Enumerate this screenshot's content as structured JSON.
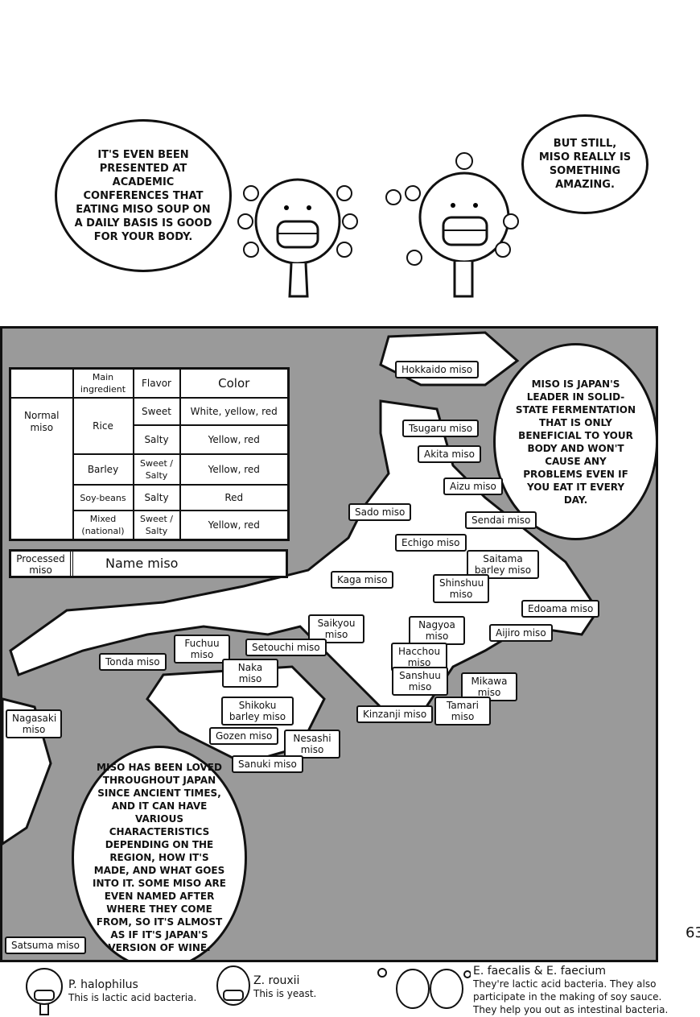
{
  "bubbles": {
    "top_left": "It's even been presented at academic conferences that eating miso soup on a daily basis is good for your body.",
    "top_right": "But still, miso really is something amazing.",
    "map_right": "Miso is Japan's leader in solid-state fermentation that is only beneficial to your body and won't cause any problems even if you eat it every day.",
    "bottom": "Miso has been loved throughout Japan since ancient times, and it can have various characteristics depending on the region, how it's made, and what goes into it. Some miso are even named after where they come from, so it's almost as if it's Japan's version of wine."
  },
  "table": {
    "headers": [
      "Main ingredient",
      "Flavor",
      "Color"
    ],
    "group": "Normal miso",
    "rows": [
      {
        "ingredient": "Rice",
        "flavor": "Sweet",
        "color": "White, yellow, red"
      },
      {
        "flavor": "Salty",
        "color": "Yellow, red"
      },
      {
        "ingredient": "Barley",
        "flavor": "Sweet / Salty",
        "color": "Yellow, red"
      },
      {
        "ingredient": "Soy-beans",
        "flavor": "Salty",
        "color": "Red"
      },
      {
        "ingredient": "Mixed (national)",
        "flavor": "Sweet / Salty",
        "color": "Yellow, red"
      }
    ],
    "processed_label": "Processed miso",
    "processed_value": "Name miso"
  },
  "labels": [
    "Hokkaido miso",
    "Tsugaru miso",
    "Akita miso",
    "Aizu miso",
    "Sado miso",
    "Sendai miso",
    "Echigo miso",
    "Saitama barley miso",
    "Kaga miso",
    "Shinshuu miso",
    "Edoama miso",
    "Saikyou miso",
    "Nagyoa miso",
    "Aijiro miso",
    "Fuchuu miso",
    "Setouchi miso",
    "Hacchou miso",
    "Tonda miso",
    "Naka miso",
    "Sanshuu miso",
    "Mikawa miso",
    "Tamari miso",
    "Shikoku barley miso",
    "Kinzanji miso",
    "Nagasaki miso",
    "Gozen miso",
    "Nesashi miso",
    "Sanuki miso",
    "Satsuma miso"
  ],
  "page_number": "63",
  "legend": [
    {
      "title": "P. halophilus",
      "desc": "This is lactic acid bacteria."
    },
    {
      "title": "Z. rouxii",
      "desc": "This is yeast."
    },
    {
      "title": "E. faecalis & E. faecium",
      "desc": "They're lactic acid bacteria. They also participate in the making of soy sauce. They help you out as intestinal bacteria."
    }
  ]
}
